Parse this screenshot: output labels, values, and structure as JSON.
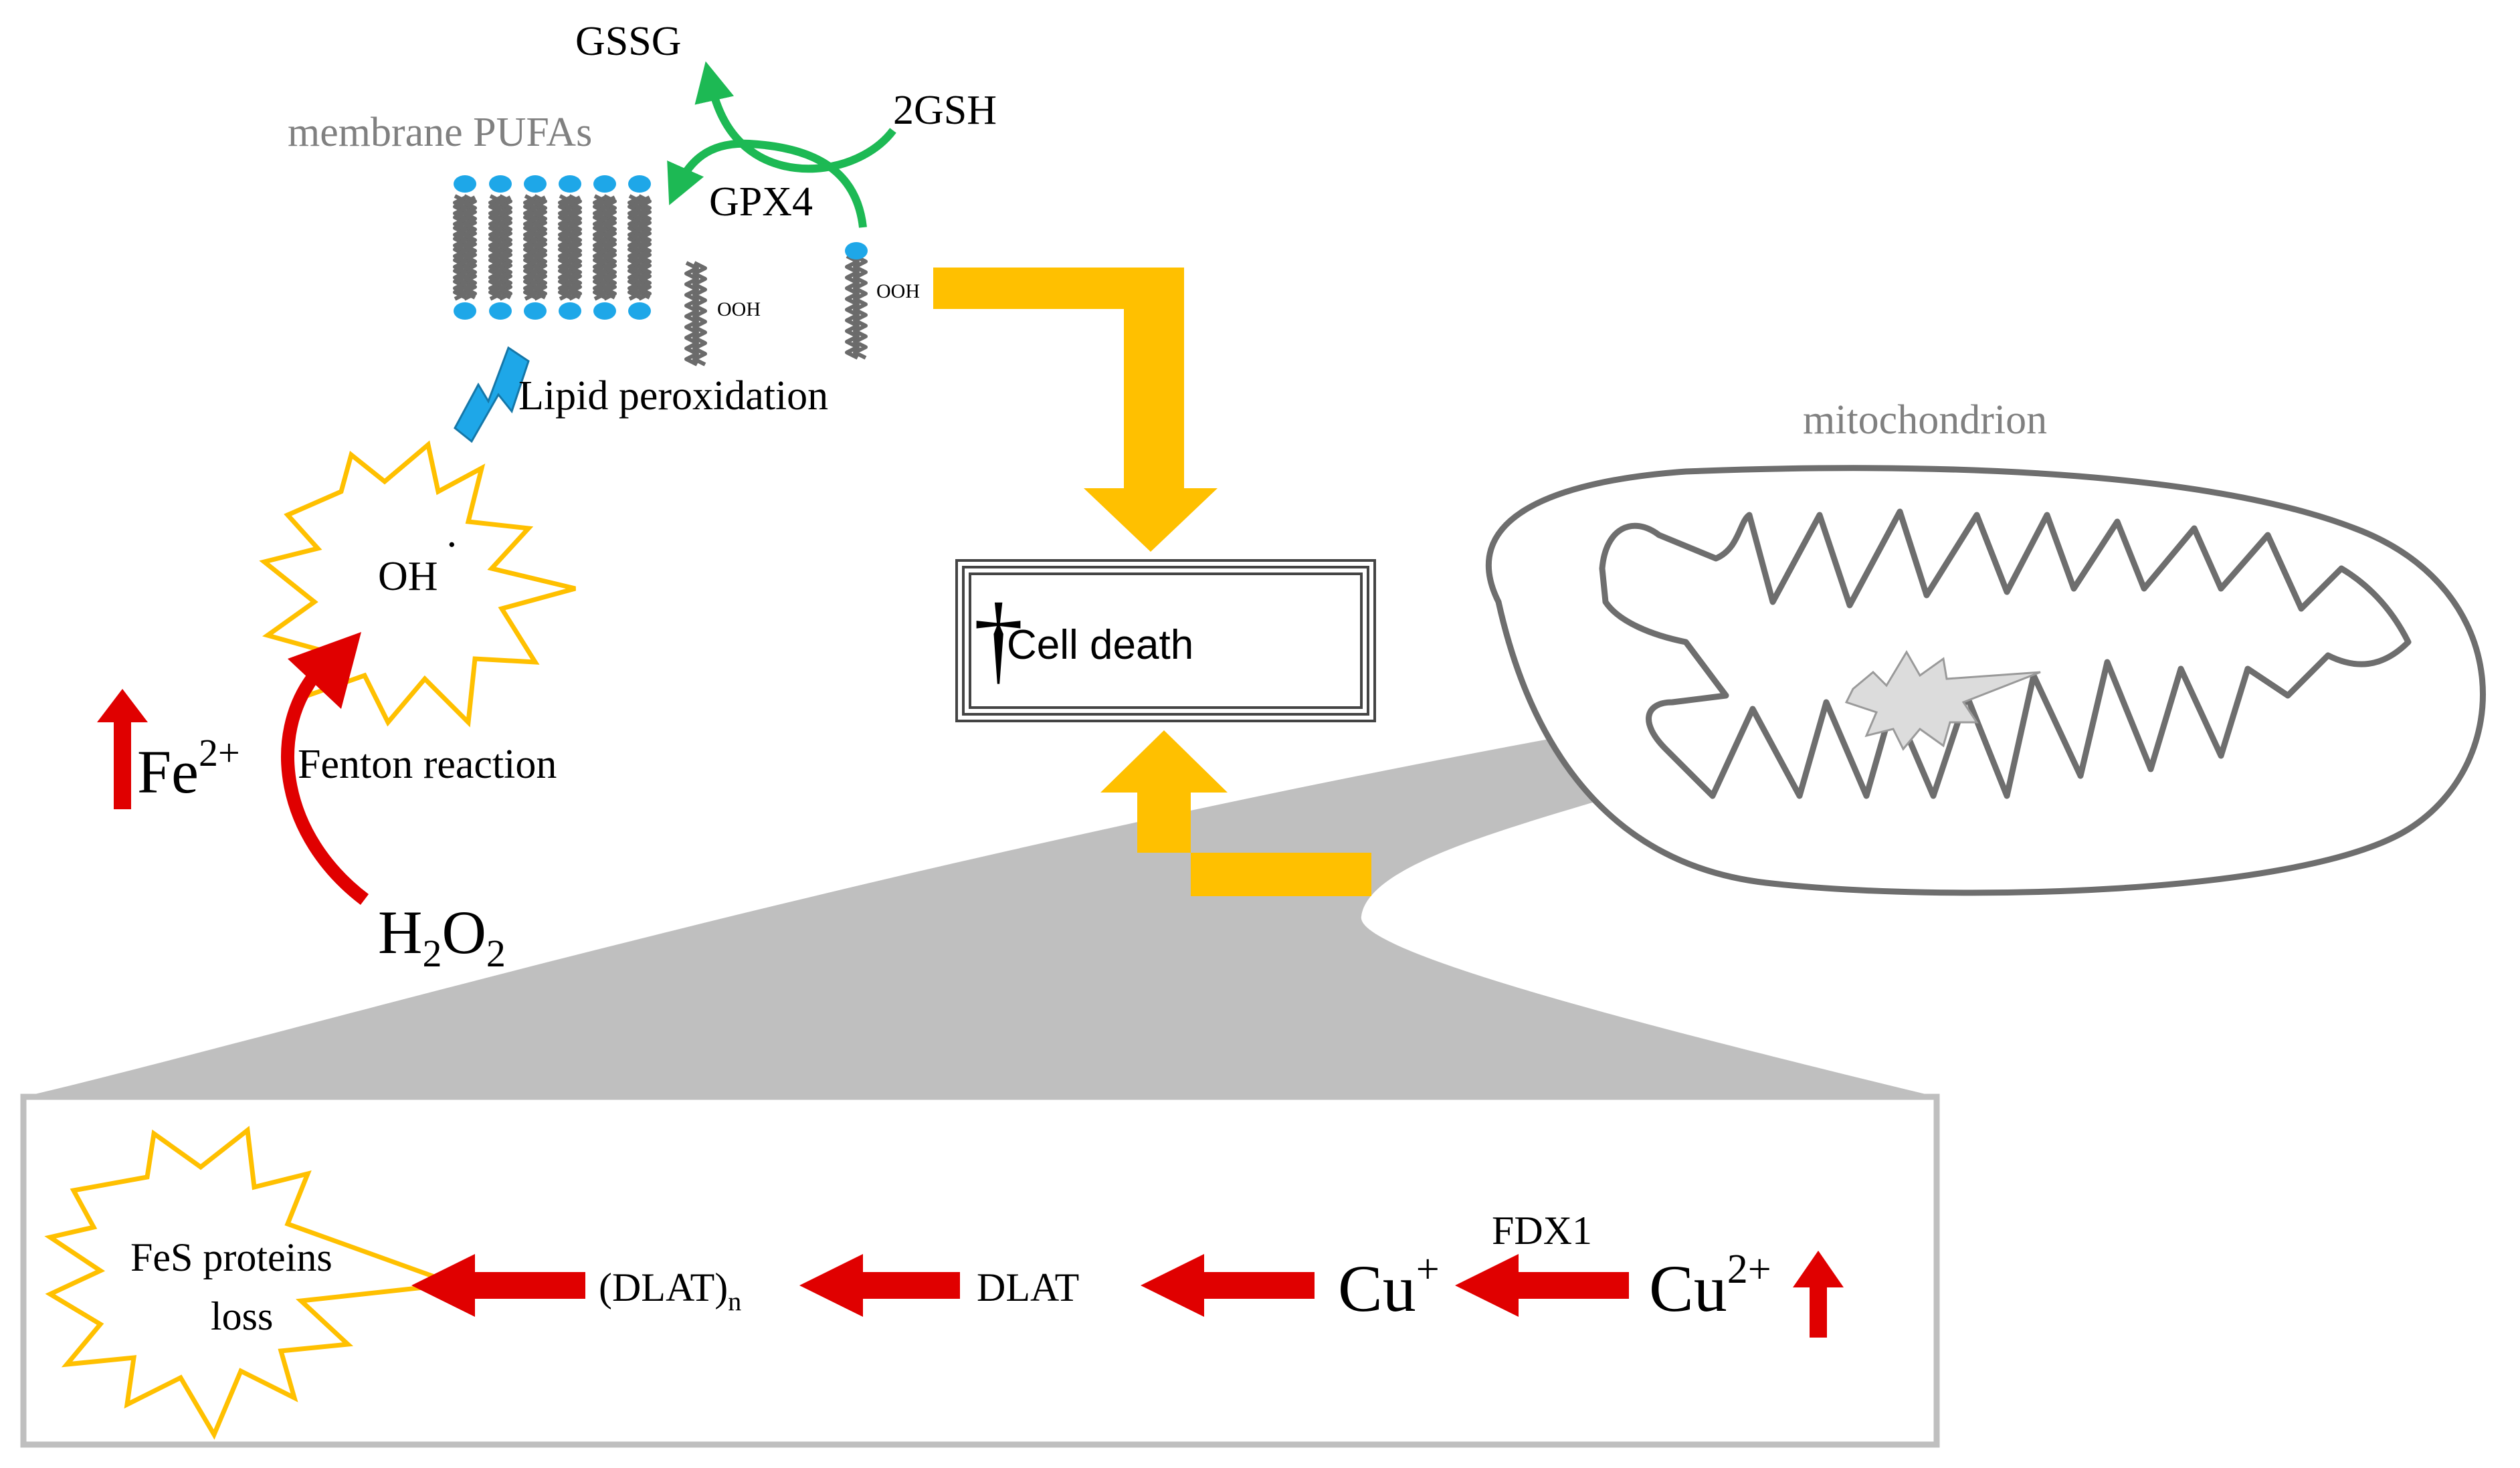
{
  "labels": {
    "gssg": "GSSG",
    "gsh": "2GSH",
    "membrane": "membrane PUFAs",
    "gpx4": "GPX4",
    "ooh1": "OOH",
    "ooh2": "OOH",
    "lipid": "Lipid peroxidation",
    "oh": "OH",
    "oh_dot": "·",
    "fe": "Fe",
    "fe_sup": "2+",
    "fenton": "Fenton reaction",
    "h2o2_h": "H",
    "h2o2_sub1": "2",
    "h2o2_o": "O",
    "h2o2_sub2": "2",
    "cross": "†",
    "cell_death": "Cell death",
    "mito": "mitochondrion",
    "fes_line1": "FeS proteins",
    "fes_line2": "loss",
    "dlatn": "(DLAT)",
    "dlatn_sub": "n",
    "dlat": "DLAT",
    "cu_plus": "Cu",
    "cu_plus_sup": "+",
    "fdx1": "FDX1",
    "cu2": "Cu",
    "cu2_sup": "2+"
  },
  "colors": {
    "red": "#e00000",
    "yellow": "#ffc000",
    "green": "#1db954",
    "blue": "#1ea7e8",
    "grey_fill": "#bfbfbf",
    "outline_grey": "#6e6e6e",
    "text_grey": "#808080"
  }
}
